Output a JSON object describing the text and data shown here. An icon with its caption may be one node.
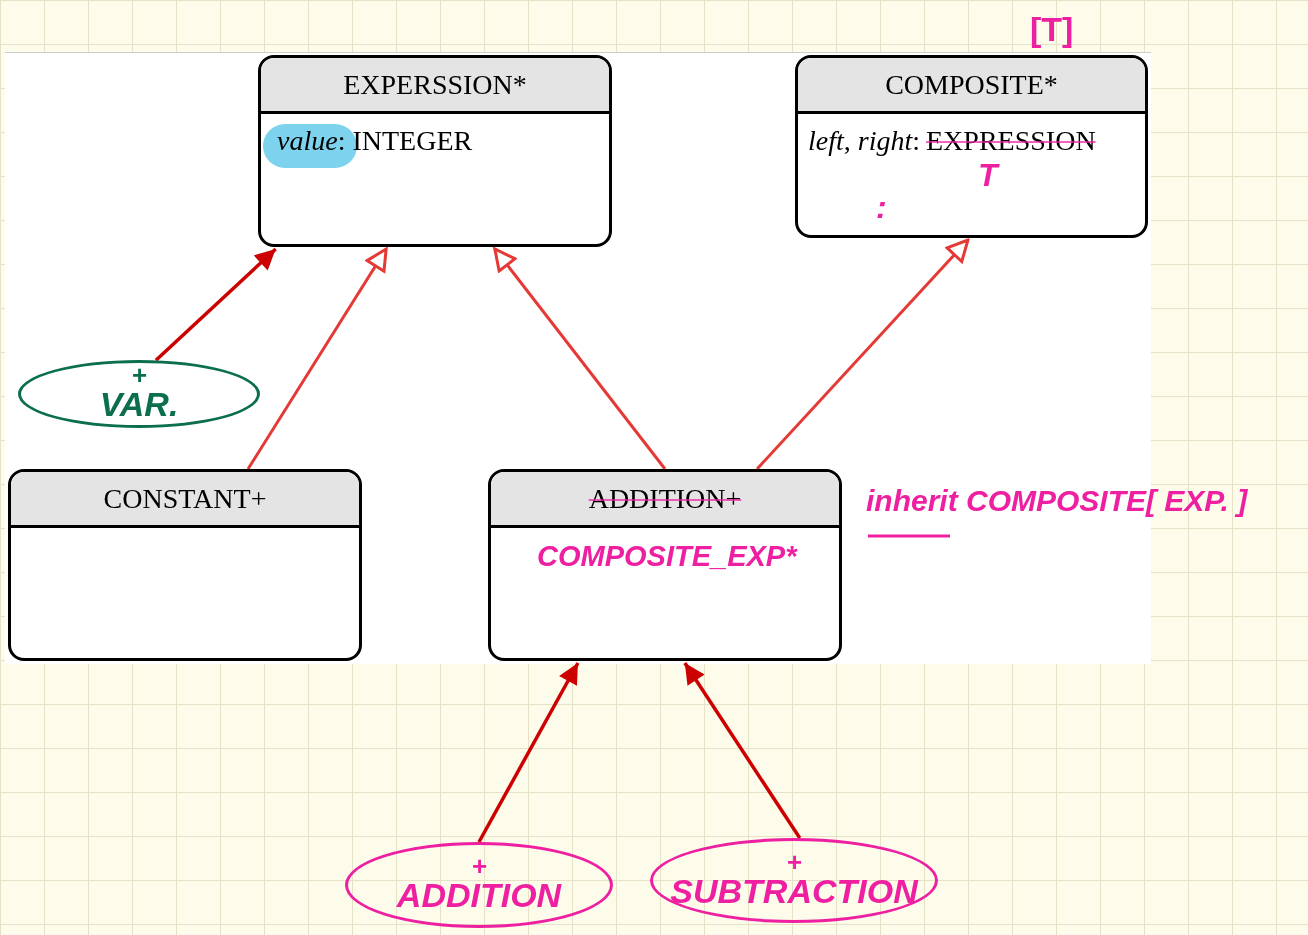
{
  "diagram": {
    "nodes": [
      {
        "text": [
          "EXPERSSION*",
          "*value*: INTEGER"
        ]
      },
      {
        "text": [
          "COMPOSITE*",
          "*left*, *right*:",
          "EXPRESSION",
          "T",
          ":"
        ],
        "beside": [
          "[T]"
        ]
      },
      {
        "text": [
          "CONSTANT+"
        ]
      },
      {
        "text": [
          "ADDITION+",
          "COMPOSITE_EXP*"
        ],
        "beside": [
          "inherit COMPOSITE[ EXP. ]"
        ]
      },
      {
        "text": [
          "+",
          "VAR."
        ]
      },
      {
        "text": [
          "+",
          "ADDITION"
        ]
      },
      {
        "text": [
          "+",
          "SUBTRACTION"
        ]
      }
    ],
    "edges": [
      {
        "from": 2,
        "to": 0,
        "arrow": "to"
      },
      {
        "from": 3,
        "to": 0,
        "arrow": "to"
      },
      {
        "from": 3,
        "to": 1,
        "arrow": "to"
      },
      {
        "from": 4,
        "to": 0,
        "arrow": "to",
        "color": "#cc0000"
      },
      {
        "from": 5,
        "to": 3,
        "arrow": "to",
        "color": "#cc0000"
      },
      {
        "from": 6,
        "to": 3,
        "arrow": "to",
        "color": "#cc0000"
      }
    ]
  }
}
